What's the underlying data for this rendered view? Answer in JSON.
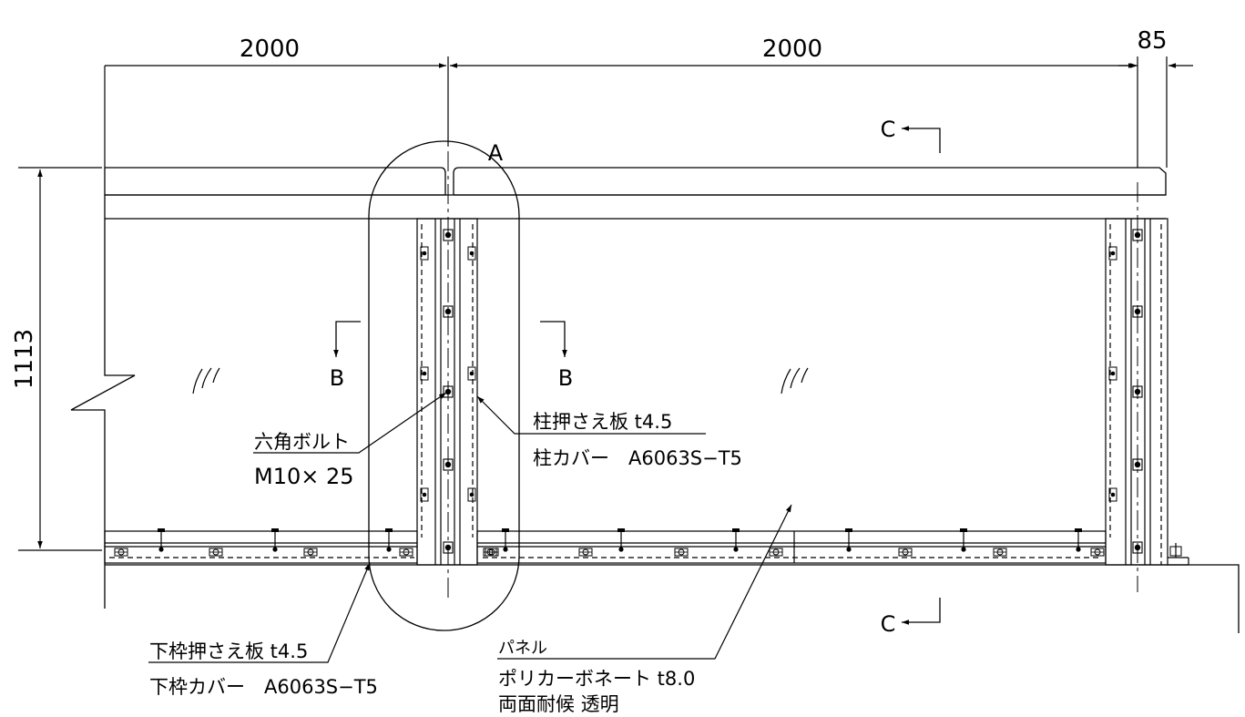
{
  "dimensions": {
    "left_span": "2000",
    "right_span": "2000",
    "end_offset": "85",
    "height": "1113"
  },
  "markers": {
    "detail": "A",
    "section_b_left": "B",
    "section_b_right": "B",
    "section_c_top": "C",
    "section_c_bottom": "C"
  },
  "callouts": {
    "bolt_line1": "六角ボルト",
    "bolt_line2": "M10× 25",
    "post_plate_line1": "柱押さえ板 t4.5",
    "post_plate_line2": "柱カバー　A6063S−T5",
    "bottom_plate_line1": "下枠押さえ板 t4.5",
    "bottom_plate_line2": "下枠カバー　A6063S−T5",
    "panel_line1": "パネル",
    "panel_line2": "ポリカーボネート t8.0",
    "panel_line3": "両面耐候 透明"
  }
}
